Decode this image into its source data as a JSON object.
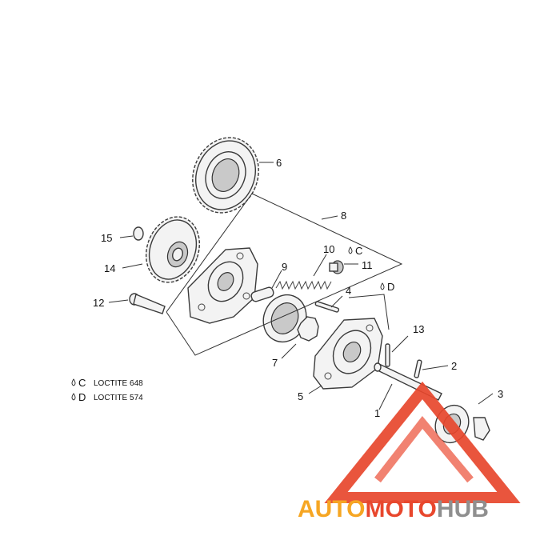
{
  "callouts": {
    "c1": "1",
    "c2": "2",
    "c3": "3",
    "c4": "4",
    "c5": "5",
    "c6": "6",
    "c7": "7",
    "c8": "8",
    "c9": "9",
    "c10": "10",
    "c11": "11",
    "c12": "12",
    "c13": "13",
    "c14": "14",
    "c15": "15"
  },
  "markers": {
    "c": "C",
    "d": "D"
  },
  "legend": [
    {
      "letter": "C",
      "text": "LOCTITE 648"
    },
    {
      "letter": "D",
      "text": "LOCTITE 574"
    }
  ],
  "watermark": {
    "part1": "AUTO",
    "part2": "MOTO",
    "part3": "HUB"
  },
  "colors": {
    "brand_orange": "#f6a623",
    "brand_red": "#e8472d",
    "brand_gray": "#8f8f8f"
  }
}
